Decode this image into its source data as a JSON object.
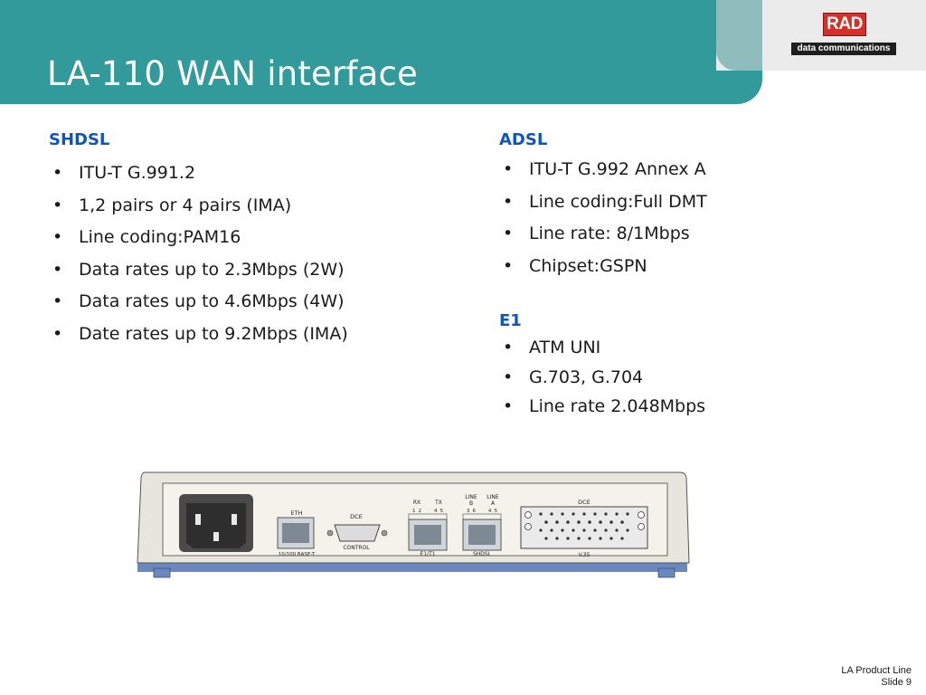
{
  "slide": {
    "title": "LA-110 WAN interface",
    "logo": {
      "brand": "RAD",
      "tagline": "data communications"
    }
  },
  "shdsl": {
    "heading": "SHDSL",
    "items": [
      "ITU-T G.991.2",
      "1,2 pairs or 4 pairs (IMA)",
      "Line coding:PAM16",
      "Data rates up to 2.3Mbps (2W)",
      "Data rates up to 4.6Mbps (4W)",
      "Date rates up to 9.2Mbps (IMA)"
    ]
  },
  "adsl": {
    "heading": "ADSL",
    "items": [
      "ITU-T G.992 Annex A",
      "Line coding:Full DMT",
      "Line rate: 8/1Mbps",
      "Chipset:GSPN"
    ]
  },
  "e1": {
    "heading": "E1",
    "items": [
      "ATM UNI",
      "G.703, G.704",
      "Line rate 2.048Mbps"
    ]
  },
  "device": {
    "labels": {
      "eth_top": "ETH",
      "eth_bottom": "10/100 BASE-T",
      "dce_top": "DCE",
      "dce_bottom": "CONTROL",
      "rx": "RX",
      "rx_pins": "1  2",
      "tx": "TX",
      "tx_pins": "4  5",
      "e1_bottom": "E1/T1",
      "line_b": "LINE",
      "line_b_letter": "B",
      "line_b_pins": "3  6",
      "line_a": "LINE",
      "line_a_letter": "A",
      "line_a_pins": "4  5",
      "shdsl_bottom": "SHDSL",
      "v35_top": "DCE",
      "v35_bottom": "V.35"
    }
  },
  "footer": {
    "line1": "LA Product Line",
    "line2": "Slide 9"
  },
  "colors": {
    "header": "#339a9c",
    "heading_blue": "#0e57b8",
    "device_base": "#6b87c0"
  }
}
